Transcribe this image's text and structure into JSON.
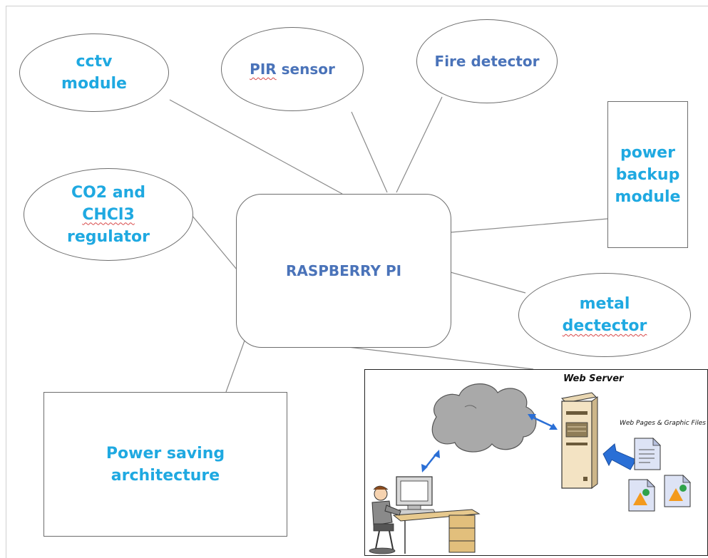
{
  "nodes": {
    "cctv": [
      "cctv",
      "module"
    ],
    "pir": [
      "PIR",
      " sensor"
    ],
    "fire": "Fire detector",
    "power_backup": [
      "power",
      "backup",
      "module"
    ],
    "co2": [
      "CO2 and",
      "CHCl3",
      "regulator"
    ],
    "raspberry": "RASPBERRY PI",
    "metal": [
      "metal",
      "dectector"
    ],
    "power_saving": [
      "Power saving",
      "architecture"
    ]
  },
  "web_server": {
    "title": "Web Server",
    "files_label": "Web Pages & Graphic Files"
  },
  "colors": {
    "cyan_text": "#1fa9e1",
    "slate_text": "#4a73b9",
    "cloud": "#a9a9a9",
    "arrow": "#2a6fd6"
  }
}
